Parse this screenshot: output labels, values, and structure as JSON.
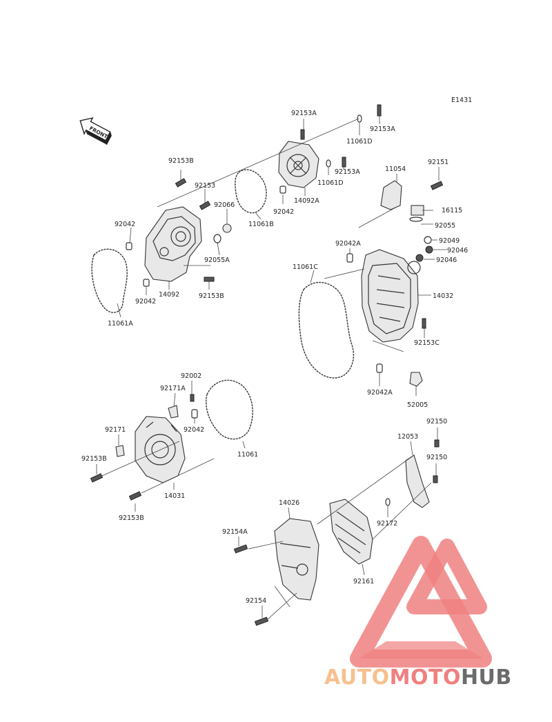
{
  "diagram_code": "E1431",
  "front_label": "FRONT",
  "parts": [
    {
      "id": "p1",
      "label": "92153A"
    },
    {
      "id": "p2",
      "label": "92153A"
    },
    {
      "id": "p3",
      "label": "11061D"
    },
    {
      "id": "p4",
      "label": "92153A"
    },
    {
      "id": "p5",
      "label": "11061D"
    },
    {
      "id": "p6",
      "label": "92042"
    },
    {
      "id": "p7",
      "label": "14092A"
    },
    {
      "id": "p8",
      "label": "11061B"
    },
    {
      "id": "p9",
      "label": "92153B"
    },
    {
      "id": "p10",
      "label": "92153"
    },
    {
      "id": "p11",
      "label": "92066"
    },
    {
      "id": "p12",
      "label": "92042"
    },
    {
      "id": "p13",
      "label": "92055A"
    },
    {
      "id": "p14",
      "label": "92042"
    },
    {
      "id": "p15",
      "label": "14092"
    },
    {
      "id": "p16",
      "label": "92153B"
    },
    {
      "id": "p17",
      "label": "11061A"
    },
    {
      "id": "p18",
      "label": "11054"
    },
    {
      "id": "p19",
      "label": "92151"
    },
    {
      "id": "p20",
      "label": "16115"
    },
    {
      "id": "p21",
      "label": "92055"
    },
    {
      "id": "p22",
      "label": "92049"
    },
    {
      "id": "p23",
      "label": "92046"
    },
    {
      "id": "p24",
      "label": "92046"
    },
    {
      "id": "p25",
      "label": "92042A"
    },
    {
      "id": "p26",
      "label": "11061C"
    },
    {
      "id": "p27",
      "label": "14032"
    },
    {
      "id": "p28",
      "label": "92153C"
    },
    {
      "id": "p29",
      "label": "92042A"
    },
    {
      "id": "p30",
      "label": "52005"
    },
    {
      "id": "p31",
      "label": "92002"
    },
    {
      "id": "p32",
      "label": "92171A"
    },
    {
      "id": "p33",
      "label": "92042"
    },
    {
      "id": "p34",
      "label": "92171"
    },
    {
      "id": "p35",
      "label": "11061"
    },
    {
      "id": "p36",
      "label": "92153B"
    },
    {
      "id": "p37",
      "label": "14031"
    },
    {
      "id": "p38",
      "label": "92153B"
    },
    {
      "id": "p39",
      "label": "92150"
    },
    {
      "id": "p40",
      "label": "12053"
    },
    {
      "id": "p41",
      "label": "92150"
    },
    {
      "id": "p42",
      "label": "14026"
    },
    {
      "id": "p43",
      "label": "92172"
    },
    {
      "id": "p44",
      "label": "92154A"
    },
    {
      "id": "p45",
      "label": "92161"
    },
    {
      "id": "p46",
      "label": "92154"
    }
  ],
  "watermark": {
    "part1": "AUTO",
    "part2": "MOTO",
    "part3": "HUB",
    "color_light": "#f6c08f",
    "color_red": "#f08080",
    "color_dark": "#6b6b6b"
  }
}
